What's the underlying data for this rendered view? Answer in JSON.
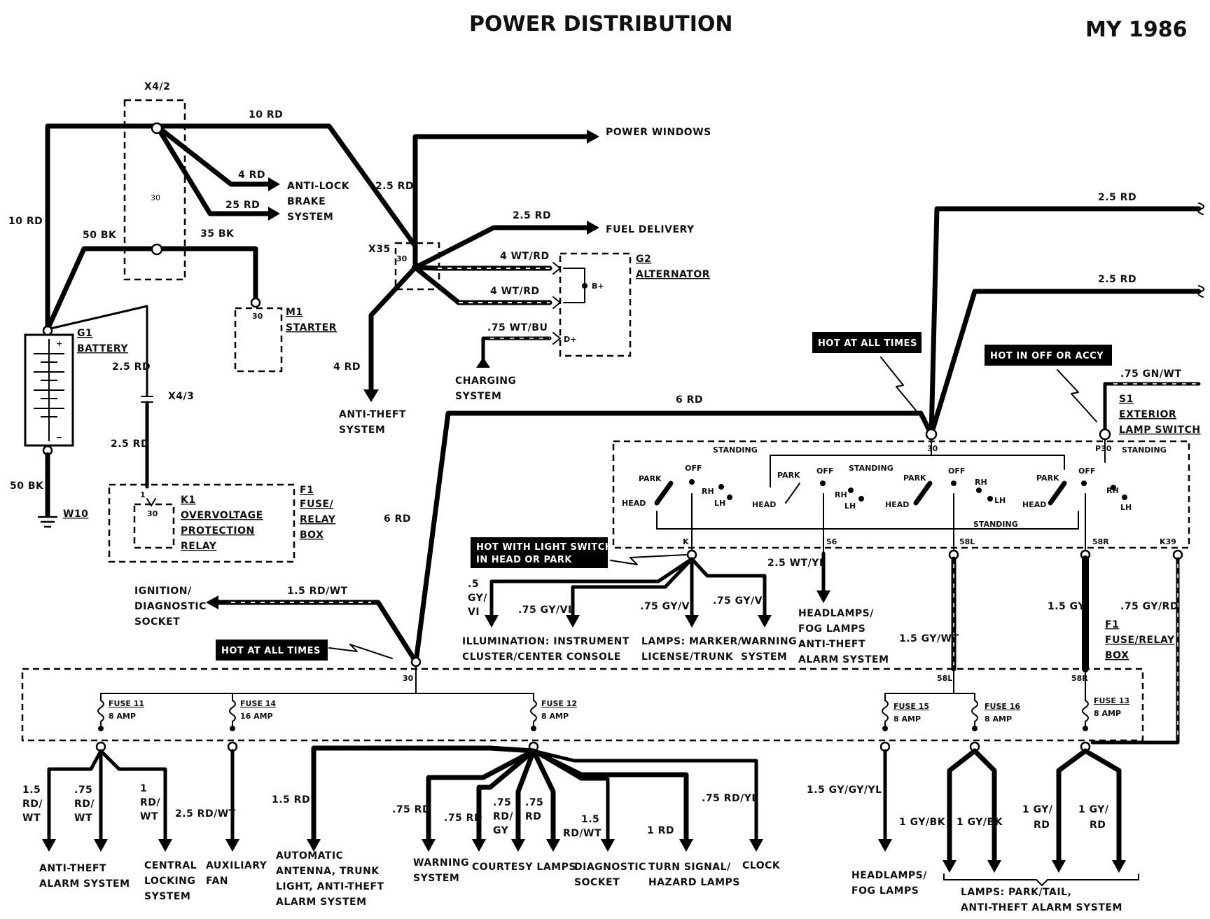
{
  "title": "POWER DISTRIBUTION",
  "model_year": "MY 1986",
  "callouts": {
    "hot_all_times_1": "HOT AT ALL TIMES",
    "hot_off_accy": "HOT IN OFF OR ACCY",
    "hot_light_switch_1": "HOT WITH LIGHT SWITCH",
    "hot_light_switch_2": "IN HEAD OR PARK",
    "hot_all_times_2": "HOT AT ALL TIMES"
  },
  "components": {
    "x4_2": "X4/2",
    "x4_2_term": "30",
    "x4_3": "X4/3",
    "x35": "X35",
    "x35_term": "30",
    "g1_id": "G1",
    "g1_name": "BATTERY",
    "w10": "W10",
    "m1_id": "M1",
    "m1_name": "STARTER",
    "m1_term": "30",
    "k1_id": "K1",
    "k1_l1": "OVERVOLTAGE",
    "k1_l2": "PROTECTION",
    "k1_l3": "RELAY",
    "k1_term": "30",
    "k1_pin": "1",
    "f1_l1": "F1",
    "f1_l2": "FUSE/",
    "f1_l3": "RELAY",
    "f1_l4": "BOX",
    "g2_id": "G2",
    "g2_name": "ALTERNATOR",
    "g2_bplus": "B+",
    "g2_dplus": "D+",
    "s1_id": "S1",
    "s1_l1": "EXTERIOR",
    "s1_l2": "LAMP SWITCH",
    "f1b_l1": "F1",
    "f1b_l2": "FUSE/RELAY",
    "f1b_l3": "BOX"
  },
  "wires": {
    "w10rd_top": "10 RD",
    "w10rd_left": "10 RD",
    "w4rd_abs": "4 RD",
    "w25rd_abs": "25 RD",
    "w50bk": "50 BK",
    "w35bk": "35 BK",
    "w25rd_x35": "2.5 RD",
    "w25rd_fuel": "2.5 RD",
    "w4wtrd_1": "4 WT/RD",
    "w4wtrd_2": "4 WT/RD",
    "w75wtbu": ".75 WT/BU",
    "w4rd_at": "4 RD",
    "w25rd_bat": "2.5 RD",
    "w25rd_k1": "2.5 RD",
    "w50bk_gnd": "50 BK",
    "w6rd_top": "6 RD",
    "w6rd_v": "6 RD",
    "w25rd_r1": "2.5 RD",
    "w25rd_r2": "2.5 RD",
    "w75gnwt": ".75 GN/WT",
    "w15rdwt": "1.5 RD/WT",
    "w25wtyl": "2.5 WT/YL",
    "w5gy_1": ".5",
    "w5gy_2": "GY/",
    "w5gy_3": "VI",
    "w75gyvi_1": ".75 GY/VI",
    "w75gyvi_2": ".75 GY/VI",
    "w75gyvi_3": ".75 GY/VI",
    "w15gywt": "1.5 GY/WT",
    "w15gy": "1.5 GY",
    "w75gyrd": ".75 GY/RD"
  },
  "outputs": {
    "power_windows": "POWER WINDOWS",
    "abs_1": "ANTI-LOCK",
    "abs_2": "BRAKE",
    "abs_3": "SYSTEM",
    "fuel": "FUEL DELIVERY",
    "charging_1": "CHARGING",
    "charging_2": "SYSTEM",
    "antitheft_1": "ANTI-THEFT",
    "antitheft_2": "SYSTEM",
    "ign_1": "IGNITION/",
    "ign_2": "DIAGNOSTIC",
    "ign_3": "SOCKET",
    "illum_1": "ILLUMINATION: INSTRUMENT",
    "illum_2": "CLUSTER/CENTER CONSOLE",
    "lamps_1": "LAMPS: MARKER/",
    "lamps_2": "LICENSE/TRUNK",
    "warn_1": "WARNING",
    "warn_2": "SYSTEM",
    "head_1": "HEADLAMPS/",
    "head_2": "FOG LAMPS",
    "head_3": "ANTI-THEFT",
    "head_4": "ALARM SYSTEM"
  },
  "switch_labels": {
    "standing_1": "STANDING",
    "standing_2": "STANDING",
    "standing_3": "STANDING",
    "standing_4": "STANDING",
    "park_1": "PARK",
    "park_2": "PARK",
    "park_3": "PARK",
    "park_4": "PARK",
    "off_1": "OFF",
    "off_2": "OFF",
    "off_3": "OFF",
    "off_4": "OFF",
    "head_1": "HEAD",
    "head_2": "HEAD",
    "head_3": "HEAD",
    "head_4": "HEAD",
    "rh_1": "RH",
    "rh_2": "RH",
    "rh_3": "RH",
    "rh_4": "RH",
    "lh_1": "LH",
    "lh_2": "LH",
    "lh_3": "LH",
    "lh_4": "LH",
    "t30": "30",
    "tp30": "P30",
    "tk": "K",
    "t56": "56",
    "t58l": "58L",
    "t58r": "58R",
    "tk39": "K39"
  },
  "fuse_box": {
    "t30": "30",
    "t58l": "58L",
    "t58r": "58R",
    "fuse11": "FUSE 11",
    "fuse11_amp": "8 AMP",
    "fuse14": "FUSE 14",
    "fuse14_amp": "16 AMP",
    "fuse12": "FUSE 12",
    "fuse12_amp": "8 AMP",
    "fuse15": "FUSE 15",
    "fuse15_amp": "8 AMP",
    "fuse16": "FUSE 16",
    "fuse16_amp": "8 AMP",
    "fuse13": "FUSE 13",
    "fuse13_amp": "8 AMP"
  },
  "bottom": {
    "b1a": "1.5",
    "b1b": "RD/",
    "b1c": "WT",
    "b2a": ".75",
    "b2b": "RD/",
    "b2c": "WT",
    "b3a": "1",
    "b3b": "RD/",
    "b3c": "WT",
    "b4": "2.5 RD/WT",
    "b5": "1.5 RD",
    "b6": ".75 RD",
    "b7": ".75 RD",
    "b8a": ".75",
    "b8b": "RD/",
    "b8c": "GY",
    "b9a": ".75",
    "b9b": "RD",
    "b10a": "1.5",
    "b10b": "RD/WT",
    "b11": "1 RD",
    "b12": ".75 RD/YL",
    "b13": "1.5 GY/GY/YL",
    "b14": "1 GY/BK",
    "b15": "1 GY/BK",
    "b16a": "1 GY/",
    "b16b": "RD",
    "b17a": "1 GY/",
    "b17b": "RD",
    "d_antitheft_1": "ANTI-THEFT",
    "d_antitheft_2": "ALARM SYSTEM",
    "d_central_1": "CENTRAL",
    "d_central_2": "LOCKING",
    "d_central_3": "SYSTEM",
    "d_aux_1": "AUXILIARY",
    "d_aux_2": "FAN",
    "d_auto_1": "AUTOMATIC",
    "d_auto_2": "ANTENNA, TRUNK",
    "d_auto_3": "LIGHT, ANTI-THEFT",
    "d_auto_4": "ALARM SYSTEM",
    "d_warn_1": "WARNING",
    "d_warn_2": "SYSTEM",
    "d_courtesy": "COURTESY LAMPS",
    "d_diag_1": "DIAGNOSTIC",
    "d_diag_2": "SOCKET",
    "d_turn_1": "TURN SIGNAL/",
    "d_turn_2": "HAZARD LAMPS",
    "d_clock": "CLOCK",
    "d_head_1": "HEADLAMPS/",
    "d_head_2": "FOG LAMPS",
    "d_lamps_1": "LAMPS:  PARK/TAIL,",
    "d_lamps_2": "ANTI-THEFT ALARM SYSTEM"
  }
}
